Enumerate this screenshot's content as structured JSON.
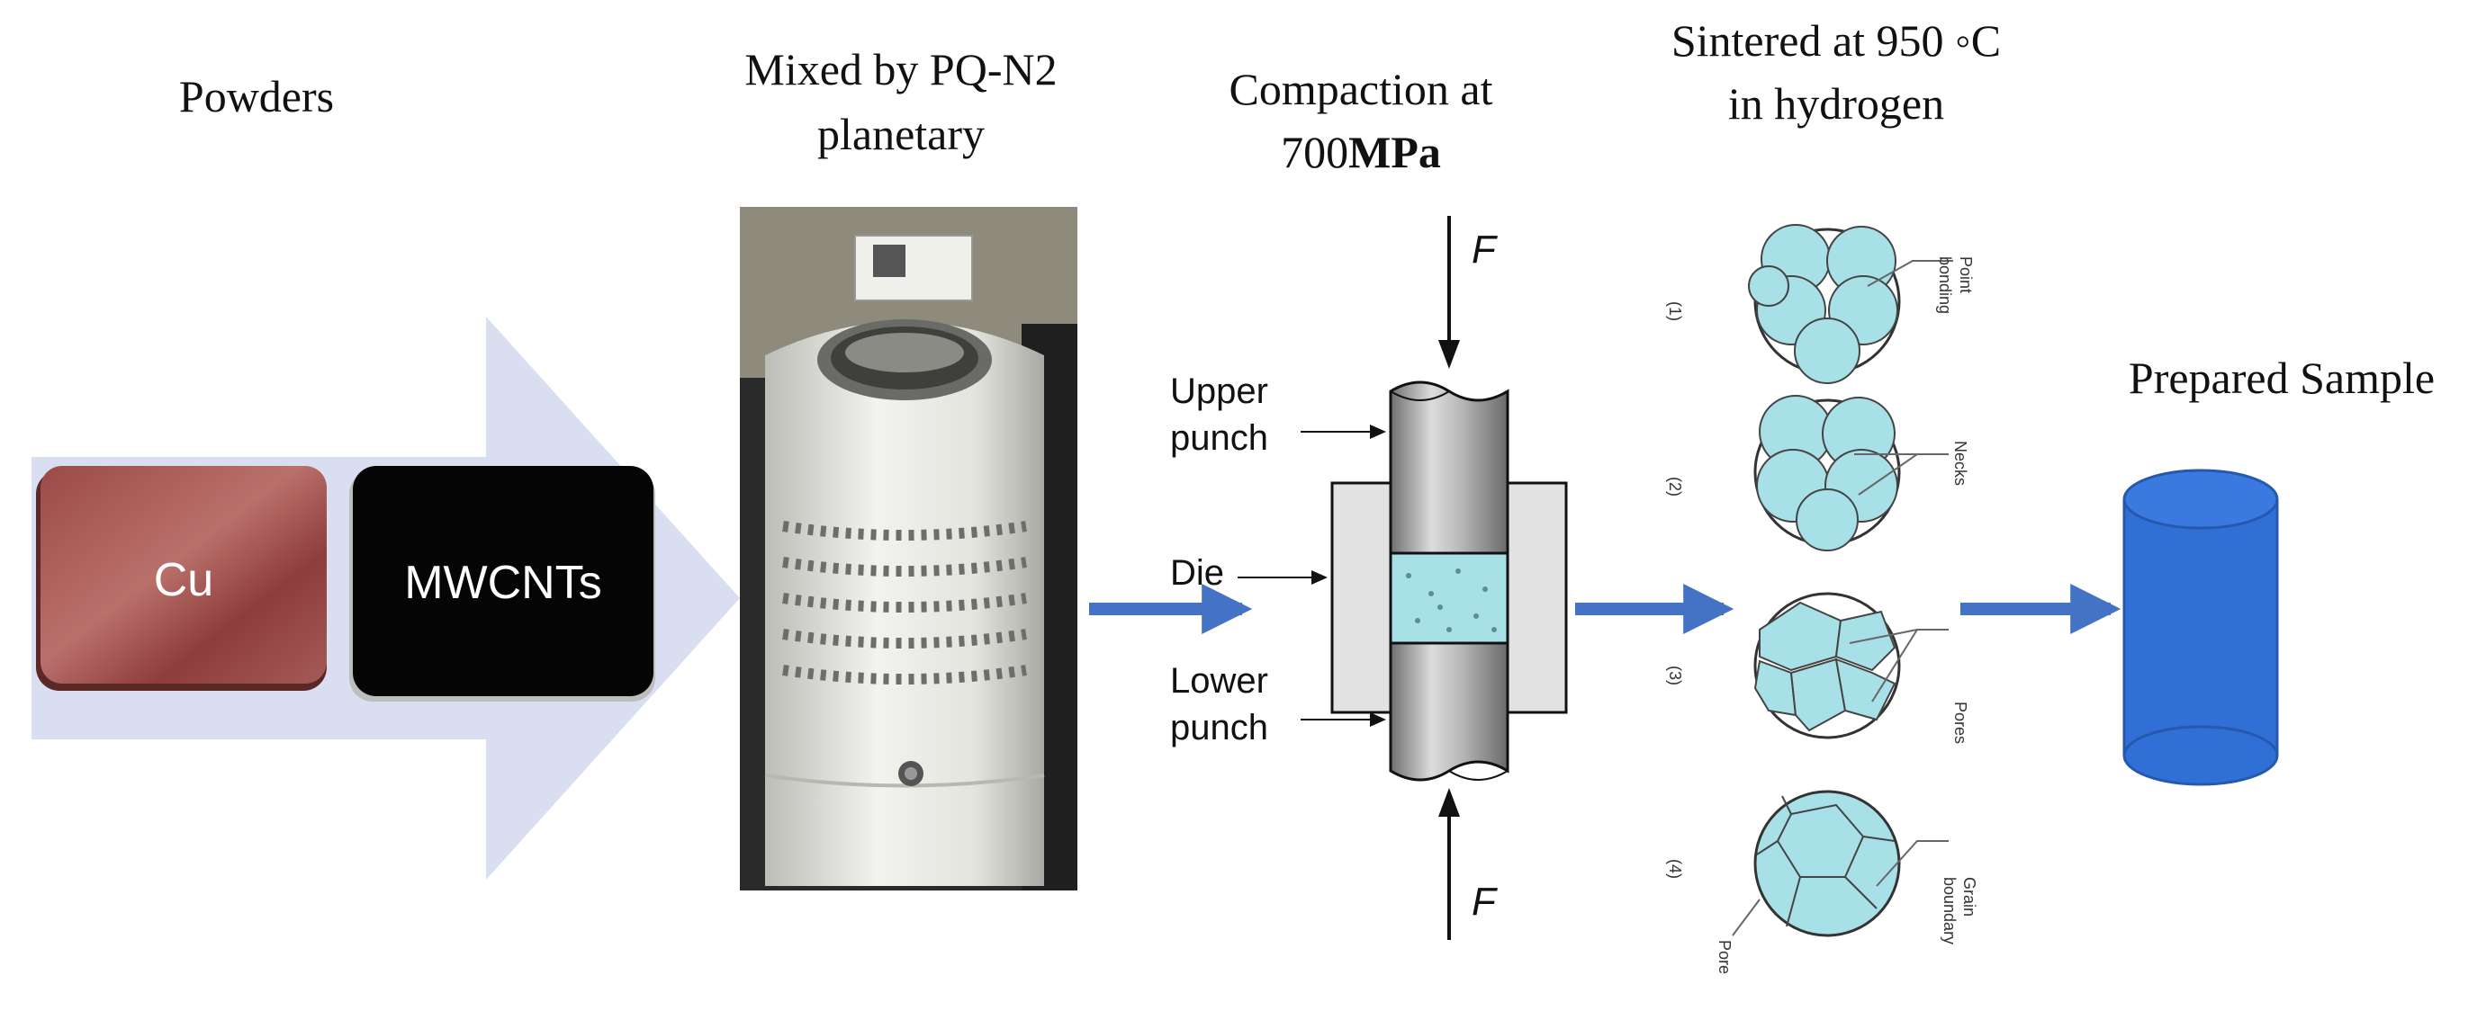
{
  "steps": {
    "powders": {
      "title": "Powders"
    },
    "mixing": {
      "title_line1": "Mixed by PQ-N2",
      "title_line2": "planetary"
    },
    "compaction": {
      "title_line1": "Compaction at",
      "title_line2_prefix": "700",
      "title_line2_unit": "MPa",
      "force_top": "F",
      "force_bottom": "F",
      "label_upper_1": "Upper",
      "label_upper_2": "punch",
      "label_die": "Die",
      "label_lower_1": "Lower",
      "label_lower_2": "punch"
    },
    "sintering": {
      "title_line1": "Sintered at 950 ◦C",
      "title_line2": "in hydrogen",
      "stages": [
        {
          "number": "(1)",
          "label1": "Point",
          "label2": "bonding"
        },
        {
          "number": "(2)",
          "label1": "Necks",
          "label2": ""
        },
        {
          "number": "(3)",
          "label1": "Pores",
          "label2": ""
        },
        {
          "number": "(4)",
          "label1": "Grain",
          "label2": "boundary",
          "label3": "Pore"
        }
      ]
    },
    "result": {
      "title": "Prepared Sample"
    }
  },
  "materials": {
    "cu": "Cu",
    "mwcnts": "MWCNTs"
  },
  "colors": {
    "big_arrow": "#d9def0",
    "cu_box": "#8a3e3c",
    "mwcnt_box": "#050505",
    "flow_arrow": "#4472c4",
    "particle": "#a8e0e8",
    "sample": "#2f6fd6",
    "punch": "#9a9a9a",
    "die": "#e2e2e2"
  }
}
